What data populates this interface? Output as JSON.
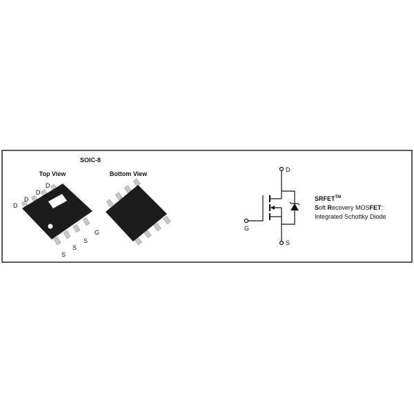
{
  "package": {
    "title": "SOIC-8",
    "top_view_label": "Top View",
    "bottom_view_label": "Bottom View",
    "top_pins_upper": [
      "D",
      "D",
      "D",
      "D"
    ],
    "top_pins_lower": [
      "S",
      "S",
      "S",
      "G"
    ]
  },
  "schematic": {
    "drain_label": "D",
    "gate_label": "G",
    "source_label": "S"
  },
  "description": {
    "name": "SRFET",
    "trademark": "TM",
    "line1_parts": [
      {
        "text": "S",
        "bold": true
      },
      {
        "text": "oft ",
        "bold": false
      },
      {
        "text": "R",
        "bold": true
      },
      {
        "text": "ecovery MOS",
        "bold": false
      },
      {
        "text": "FET",
        "bold": true
      },
      {
        "text": ":",
        "bold": false
      }
    ],
    "line2": "Integrated Schottky Diode"
  },
  "colors": {
    "chip_body": "#1c1c1c",
    "pin": "#c8c8c8",
    "frame": "#222222"
  }
}
